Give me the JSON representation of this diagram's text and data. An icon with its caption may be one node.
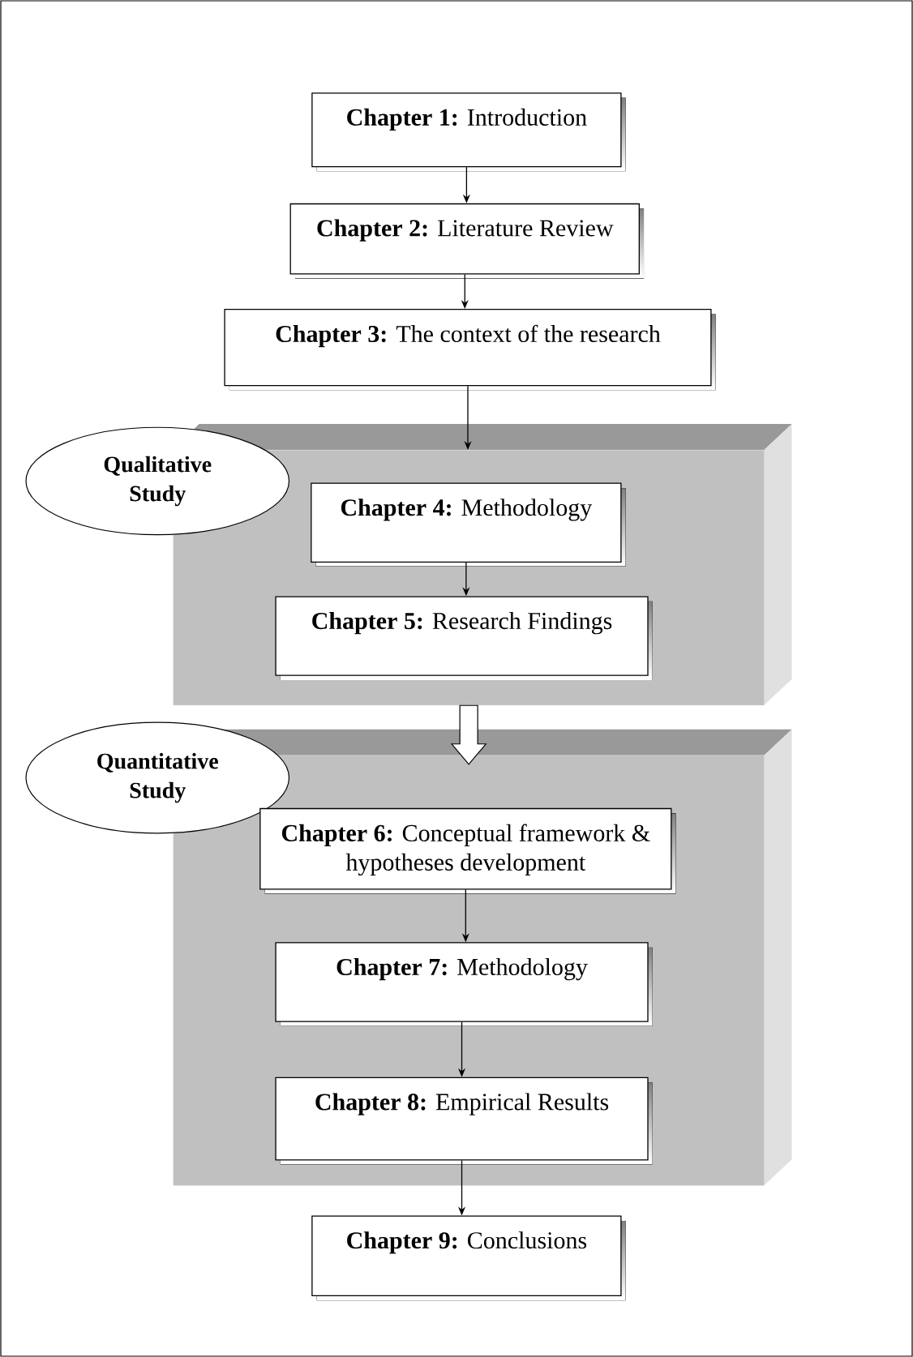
{
  "diagram": {
    "nodes": [
      {
        "text": [
          "**Chapter 1:** Introduction"
        ]
      },
      {
        "text": [
          "**Chapter 2:** Literature Review"
        ]
      },
      {
        "text": [
          "**Chapter 3:** The context of the research"
        ]
      },
      {
        "text": [],
        "shape": "box"
      },
      {
        "text": [
          "Qualitative Study"
        ]
      },
      {
        "text": [
          "**Chapter 4:** Methodology"
        ],
        "in": 3
      },
      {
        "text": [
          "**Chapter 5:** Research Findings"
        ],
        "in": 3
      },
      {
        "text": [],
        "shape": "box"
      },
      {
        "text": [
          "Quantitative Study"
        ]
      },
      {
        "text": [
          "**Chapter 6:** Conceptual framework & hypotheses development"
        ],
        "in": 7
      },
      {
        "text": [
          "**Chapter 7:** Methodology"
        ],
        "in": 7
      },
      {
        "text": [
          "**Chapter 8:** Empirical Results"
        ],
        "in": 7
      },
      {
        "text": [
          "**Chapter 9:** Conclusions"
        ]
      }
    ],
    "edges": [
      {
        "from": 0,
        "to": 1,
        "arrow": "to"
      },
      {
        "from": 1,
        "to": 2,
        "arrow": "to"
      },
      {
        "from": 2,
        "to": 3,
        "arrow": "to"
      },
      {
        "from": 5,
        "to": 6,
        "arrow": "to"
      },
      {
        "from": 3,
        "to": 7,
        "arrow": "to",
        "style": "thick"
      },
      {
        "from": 9,
        "to": 10,
        "arrow": "to"
      },
      {
        "from": 10,
        "to": 11,
        "arrow": "to"
      },
      {
        "from": 11,
        "to": 12,
        "arrow": "to"
      }
    ]
  }
}
